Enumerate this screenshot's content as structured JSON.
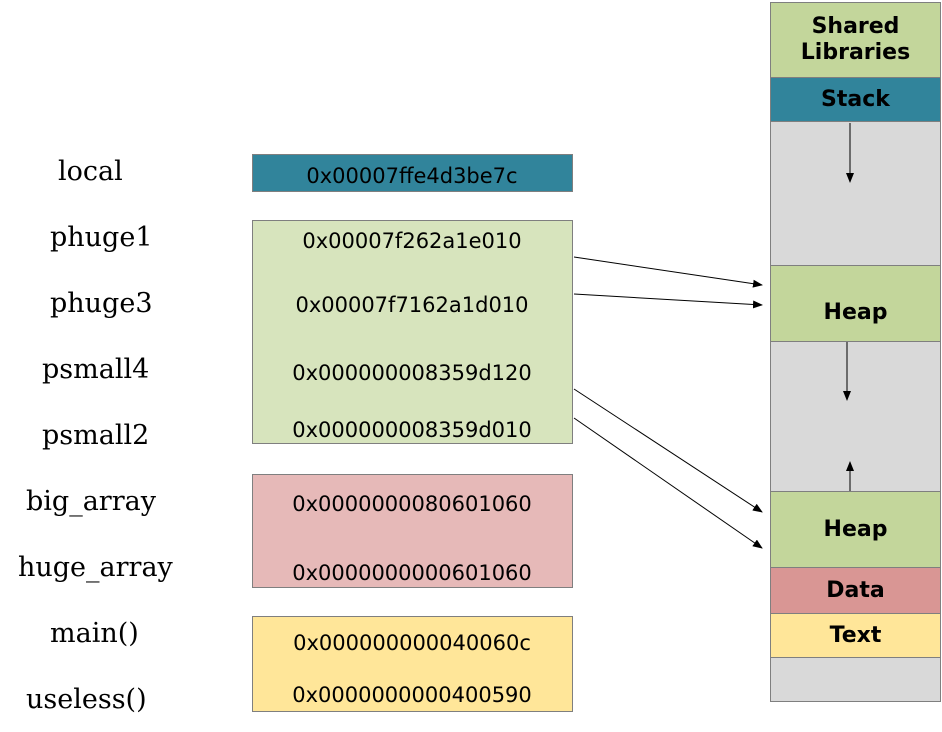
{
  "variables": [
    {
      "name": "local",
      "address": "0x00007ffe4d3be7c"
    },
    {
      "name": "phuge1",
      "address": "0x00007f262a1e010"
    },
    {
      "name": "phuge3",
      "address": "0x00007f7162a1d010"
    },
    {
      "name": "psmall4",
      "address": "0x000000008359d120"
    },
    {
      "name": "psmall2",
      "address": "0x000000008359d010"
    },
    {
      "name": "big_array",
      "address": "0x0000000080601060"
    },
    {
      "name": "huge_array",
      "address": "0x0000000000601060"
    },
    {
      "name": "main()",
      "address": "0x000000000040060c"
    },
    {
      "name": "useless()",
      "address": "0x0000000000400590"
    }
  ],
  "memory_segments": {
    "shared_libraries": "Shared Libraries",
    "stack": "Stack",
    "heap_upper": "Heap",
    "heap_lower": "Heap",
    "data": "Data",
    "text": "Text"
  },
  "colors": {
    "stack": "#31849b",
    "heap": "#c3d69b",
    "shared_libraries": "#c3d69b",
    "heap_vars_box": "#d7e4bd",
    "data": "#d99694",
    "static_vars_box": "#e6b9b8",
    "text": "#ffe699",
    "code_box": "#ffe699",
    "free": "#d9d9d9"
  }
}
